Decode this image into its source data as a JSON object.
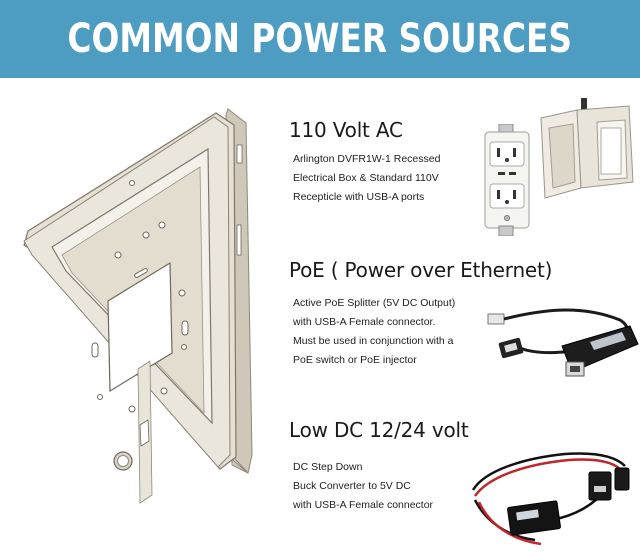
{
  "banner": {
    "title": "COMMON POWER SOURCES",
    "background": "#4d9cc1",
    "text_color": "#ffffff"
  },
  "frame_illustration": {
    "icon": "tablet-wall-mount-frame-icon",
    "color": "#e4ded2"
  },
  "sections": [
    {
      "title": "110 Volt AC",
      "description": [
        "Arlington DVFR1W-1 Recessed",
        "Electrical Box & Standard 110V",
        "Recepticle with USB-A ports"
      ],
      "image_icons": [
        "usb-outlet-icon",
        "recessed-electrical-box-icon"
      ]
    },
    {
      "title": "PoE ( Power over Ethernet)",
      "description": [
        "Active PoE Splitter (5V DC Output)",
        "with USB-A Female connector.",
        "Must be used in conjunction with a",
        "PoE switch or PoE injector"
      ],
      "image_icons": [
        "poe-splitter-icon"
      ]
    },
    {
      "title": "Low DC 12/24 volt",
      "description": [
        "DC Step Down",
        "Buck Converter to 5V DC",
        "with USB-A Female connector"
      ],
      "image_icons": [
        "buck-converter-icon"
      ]
    }
  ]
}
